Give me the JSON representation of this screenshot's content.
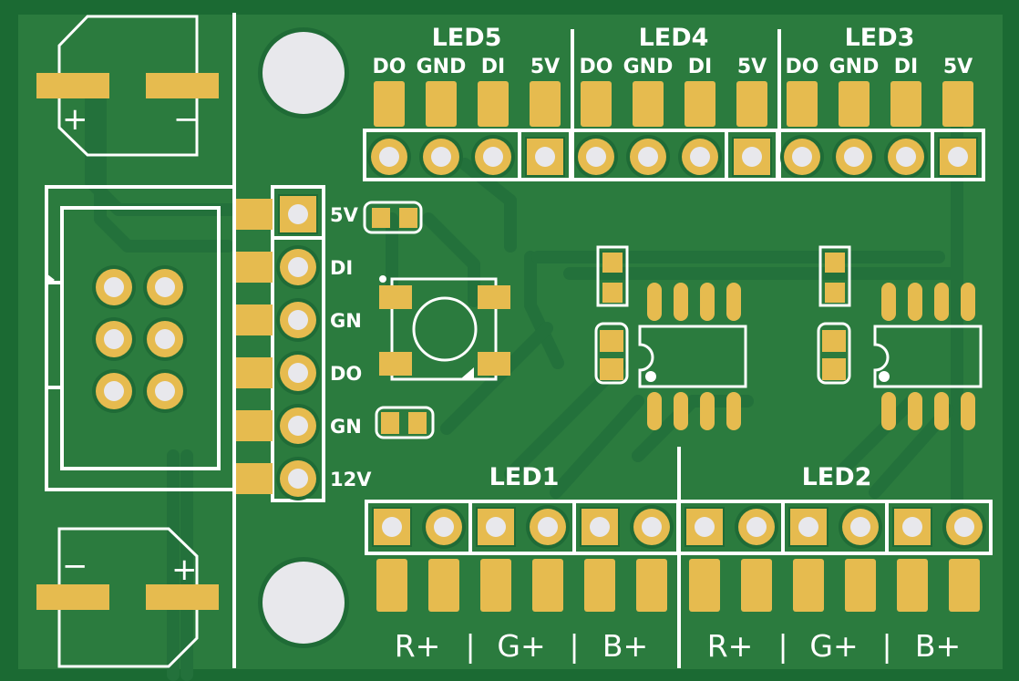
{
  "board": {
    "colors": {
      "substrate": "#1b6a33",
      "copper_fill": "#2b7b3e",
      "pad": "#e6bb4f",
      "drill": "#e8e8ec",
      "silkscreen": "#ffffff"
    }
  },
  "top_headers": [
    {
      "name": "LED5",
      "pins": [
        "DO",
        "GND",
        "DI",
        "5V"
      ]
    },
    {
      "name": "LED4",
      "pins": [
        "DO",
        "GND",
        "DI",
        "5V"
      ]
    },
    {
      "name": "LED3",
      "pins": [
        "DO",
        "GND",
        "DI",
        "5V"
      ]
    }
  ],
  "side_header": {
    "pins": [
      "5V",
      "DI",
      "GN",
      "DO",
      "GN",
      "12V"
    ]
  },
  "bottom_headers": [
    {
      "name": "LED1",
      "labels": [
        "R+",
        "|",
        "G+",
        "|",
        "B+"
      ]
    },
    {
      "name": "LED2",
      "labels": [
        "R+",
        "|",
        "G+",
        "|",
        "B+"
      ]
    }
  ],
  "capacitors": [
    {
      "position": "top-left",
      "polarity_left": "+",
      "polarity_right": "−"
    },
    {
      "position": "bottom-left",
      "polarity_left": "−",
      "polarity_right": "+"
    }
  ],
  "components": {
    "button": "tactile-switch",
    "ics": [
      "SOIC-8 left",
      "SOIC-8 right"
    ],
    "connector": "2x3 pin header"
  }
}
